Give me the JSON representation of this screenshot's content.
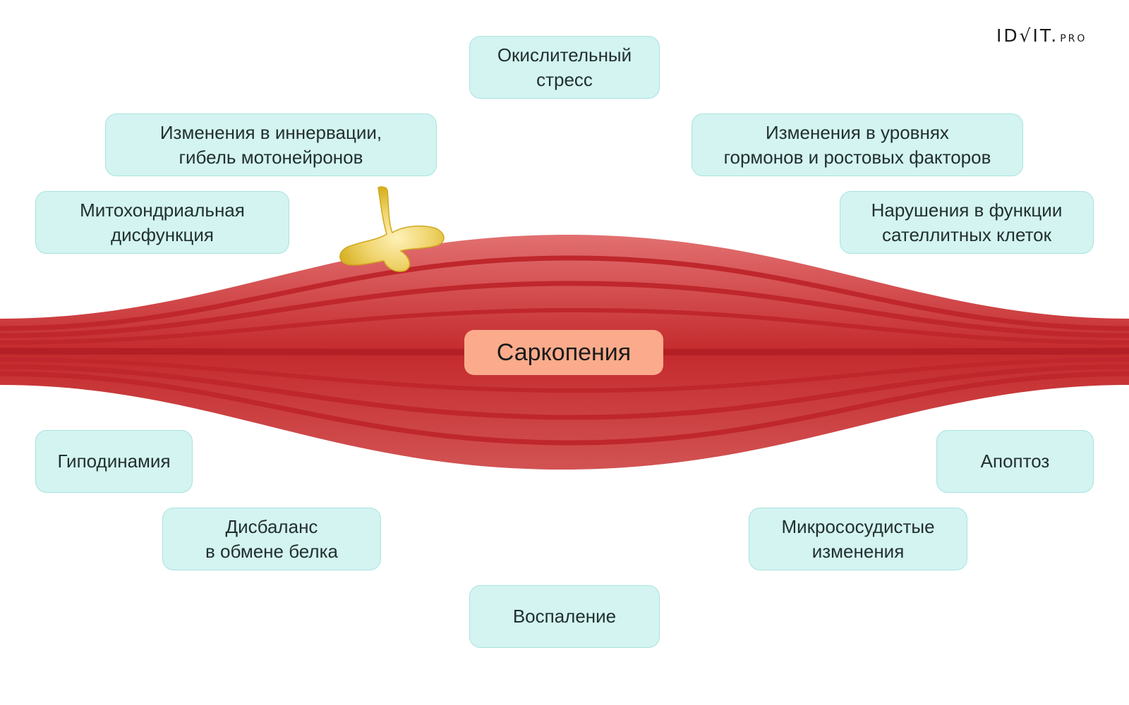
{
  "logo": {
    "main": "ID√IT.",
    "sub": "PRO"
  },
  "center": {
    "label": "Саркопения"
  },
  "factors": [
    {
      "id": "oxidative-stress",
      "lines": [
        "Окислительный",
        "стресс"
      ]
    },
    {
      "id": "innervation",
      "lines": [
        "Изменения в иннервации,",
        "гибель мотонейронов"
      ]
    },
    {
      "id": "hormones",
      "lines": [
        "Изменения в уровнях",
        "гормонов и ростовых факторов"
      ]
    },
    {
      "id": "mitochondrial",
      "lines": [
        "Митохондриальная",
        "дисфункция"
      ]
    },
    {
      "id": "satellite-cells",
      "lines": [
        "Нарушения в функции",
        "сателлитных клеток"
      ]
    },
    {
      "id": "hypodynamia",
      "lines": [
        "Гиподинамия"
      ]
    },
    {
      "id": "apoptosis",
      "lines": [
        "Апоптоз"
      ]
    },
    {
      "id": "protein-imbalance",
      "lines": [
        "Дисбаланс",
        "в обмене белка"
      ]
    },
    {
      "id": "microvascular",
      "lines": [
        "Микрососудистые",
        "изменения"
      ]
    },
    {
      "id": "inflammation",
      "lines": [
        "Воспаление"
      ]
    }
  ],
  "colors": {
    "muscle_outer": "#e06868",
    "muscle_core": "#c02b2b",
    "muscle_groove": "#c22a2e",
    "nerve": "#e8c640",
    "box_fill": "#d3f4f1",
    "box_border": "#a9e3de",
    "center_fill": "#fbab8b"
  }
}
